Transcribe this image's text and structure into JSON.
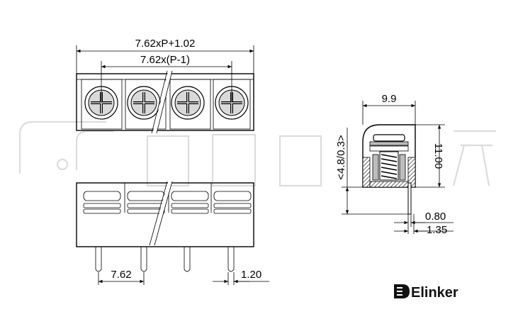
{
  "front_view": {
    "overall_width_label": "7.62xP+1.02",
    "pitch_span_label": "7.62x(P-1)",
    "pitch_label": "7.62",
    "pin_width_label": "1.20"
  },
  "side_view": {
    "width_label": "9.9",
    "height_label": "11.00",
    "pin_length_label": "<4.8/0.3>",
    "pin_thickness_label": "0.80",
    "pin_pitch_label": "1.35"
  },
  "brand": {
    "name": "Elinker",
    "logo_icon": "elinker-logo-icon"
  },
  "colors": {
    "line": "#000000",
    "screw_fill": "#d9d9d9",
    "section_fill": "#bdbdbd",
    "watermark": "#dcdcdc"
  }
}
